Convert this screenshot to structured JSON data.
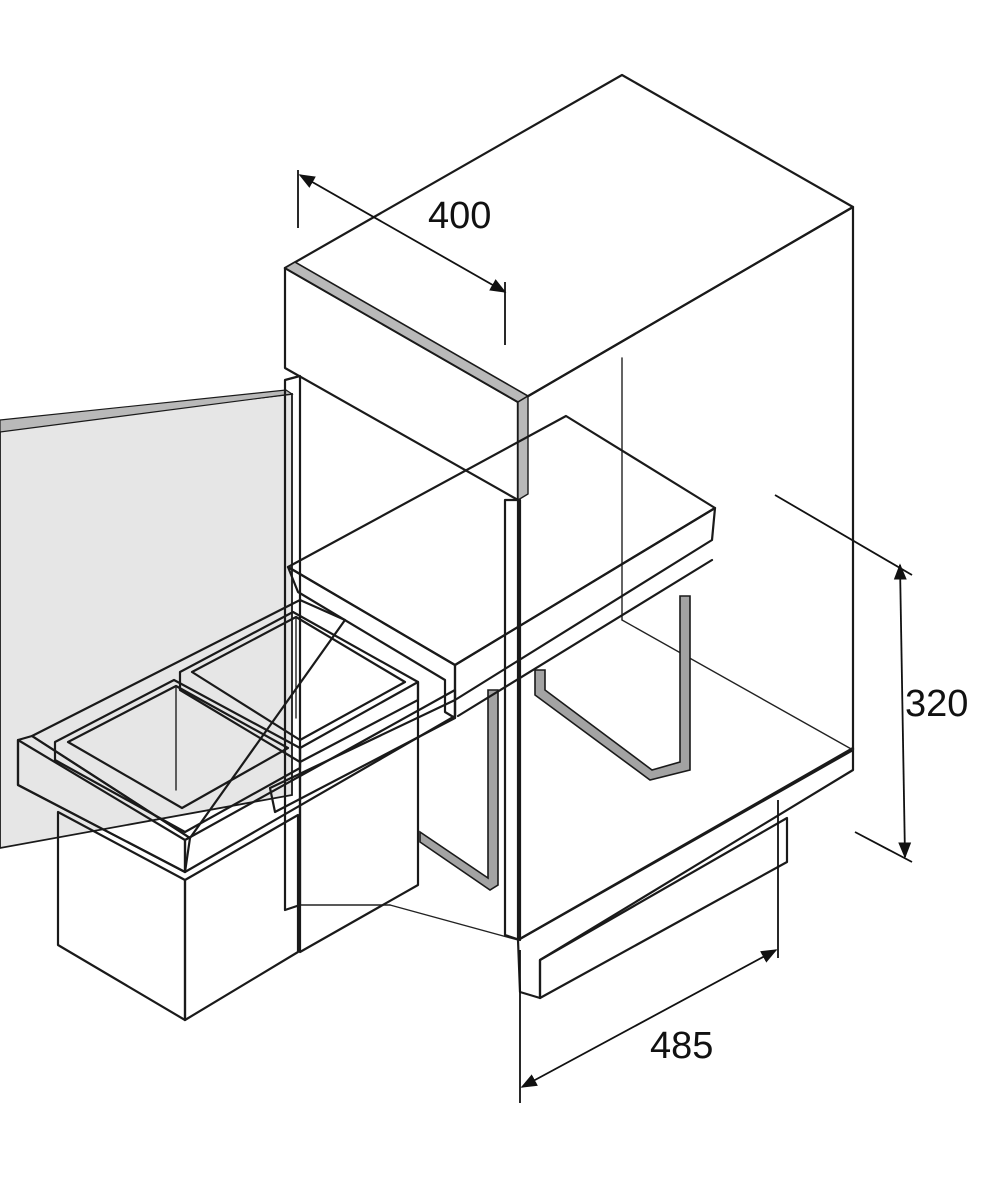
{
  "dimensions": {
    "width": "400",
    "height": "320",
    "depth": "485"
  },
  "colors": {
    "cabinet_fill": "#ffffff",
    "door_fill": "#e6e6e6",
    "door_edge": "#b9b9b9",
    "front_panel": "#e4e4e4",
    "rail": "#a3a3a3",
    "lid": "#aaaaaa",
    "bin_front": "#8e8e8e",
    "bin_side": "#989898",
    "bin_rim": "#6e6e6e",
    "bin_inside": "#7a7a7a",
    "line": "#1a1a1a"
  }
}
